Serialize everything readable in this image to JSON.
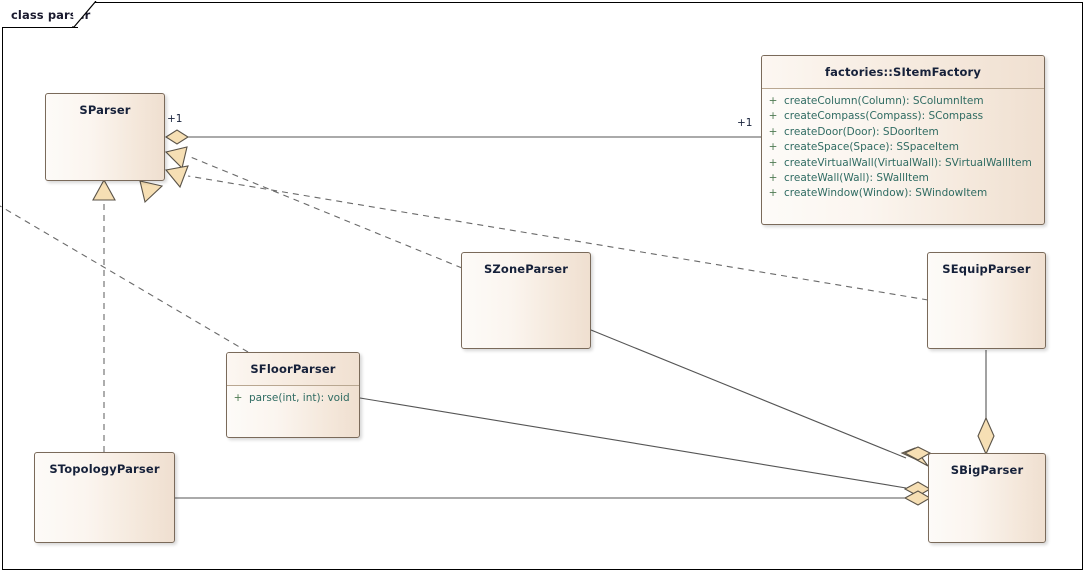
{
  "frame": {
    "title": "class parser"
  },
  "palette": {
    "box_border": "#7a6a5a",
    "box_fill_light": "#fdfbf8",
    "box_fill_dark": "#efdfd0",
    "title_text": "#16213a",
    "member_text": "#2f6b62",
    "visibility_text": "#4e7a52",
    "connector_line": "#555555",
    "adornment_fill": "#f6dfb4",
    "adornment_border": "#5a5348",
    "frame_border": "#000000"
  },
  "classes": [
    {
      "id": "sparser",
      "name": "SParser",
      "members": []
    },
    {
      "id": "sitemfactory",
      "name": "factories::SItemFactory",
      "members": [
        {
          "visibility": "+",
          "signature": "createColumn(Column): SColumnItem"
        },
        {
          "visibility": "+",
          "signature": "createCompass(Compass): SCompass"
        },
        {
          "visibility": "+",
          "signature": "createDoor(Door): SDoorItem"
        },
        {
          "visibility": "+",
          "signature": "createSpace(Space): SSpaceItem"
        },
        {
          "visibility": "+",
          "signature": "createVirtualWall(VirtualWall): SVirtualWallItem"
        },
        {
          "visibility": "+",
          "signature": "createWall(Wall): SWallItem"
        },
        {
          "visibility": "+",
          "signature": "createWindow(Window): SWindowItem"
        }
      ]
    },
    {
      "id": "szoneparser",
      "name": "SZoneParser",
      "members": []
    },
    {
      "id": "sequipparser",
      "name": "SEquipParser",
      "members": []
    },
    {
      "id": "sfloorparser",
      "name": "SFloorParser",
      "members": [
        {
          "visibility": "+",
          "signature": "parse(int, int): void"
        }
      ]
    },
    {
      "id": "stopologyparser",
      "name": "STopologyParser",
      "members": []
    },
    {
      "id": "sbigparser",
      "name": "SBigParser",
      "members": []
    }
  ],
  "edge_labels": [
    {
      "id": "mult-sparser-side",
      "text": "+1"
    },
    {
      "id": "mult-factory-side",
      "text": "+1"
    }
  ]
}
